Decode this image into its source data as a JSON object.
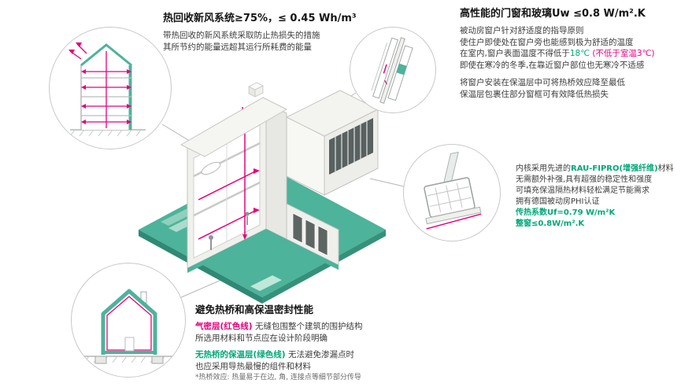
{
  "colors": {
    "teal": "#4DB39A",
    "green_text": "#00A878",
    "magenta": "#E5007D",
    "line_gray": "#b5b9b8"
  },
  "ventilation": {
    "title": "热回收新风系统≥75%，≤ 0.45 Wh/m³",
    "body1": "带热回收的新风系统采取防止热损失的措施",
    "body2": "其所节约的能量远超其运行所耗费的能量"
  },
  "windows": {
    "title": "高性能的门窗和玻璃Uw ≤0.8 W/m².K",
    "p1": "被动房窗户针对舒适度的指导原则",
    "p2": "使住户即使处在窗户旁也能感到极为舒适的温度",
    "p3_pre": "在室内,窗户表面温度不得低于",
    "p3_temp": "18℃",
    "p3_note": " (不低于室温3℃)",
    "p4": "即使在寒冷的冬季,在靠近窗户部位也无寒冷不适感",
    "p5": "将窗户安装在保温层中可将热桥效应降至最低",
    "p6": "保温层包裹住部分窗框可有效降低热损失"
  },
  "profile": {
    "p1_pre": "内核采用先进的",
    "p1_brand": "RAU-FIPRO(增强纤维)",
    "p1_post": "材料",
    "p2": "无需额外补强,具有超强的稳定性和强度",
    "p3": "可填充保温隔热材料轻松满足节能需求",
    "p4": "拥有德国被动房PHI认证",
    "p5": "传热系数Uf=0.79 W/m²K",
    "p6": "整窗≤0.8W/m².K"
  },
  "insulation": {
    "title": "避免热桥和高保温密封性能",
    "p1_red": "气密层(红色线)",
    "p1_rest": " 无缝包围整个建筑的围护结构",
    "p2": "所选用材料和节点应在设计阶段明确",
    "p3_green": "无热桥的保温层(绿色线)",
    "p3_rest": " 无法避免渗漏点时",
    "p4": "也应采用导热最慢的组件和材料",
    "footnote": "*热桥效应: 热量易于在边, 角, 连接点等细节部分传导"
  }
}
